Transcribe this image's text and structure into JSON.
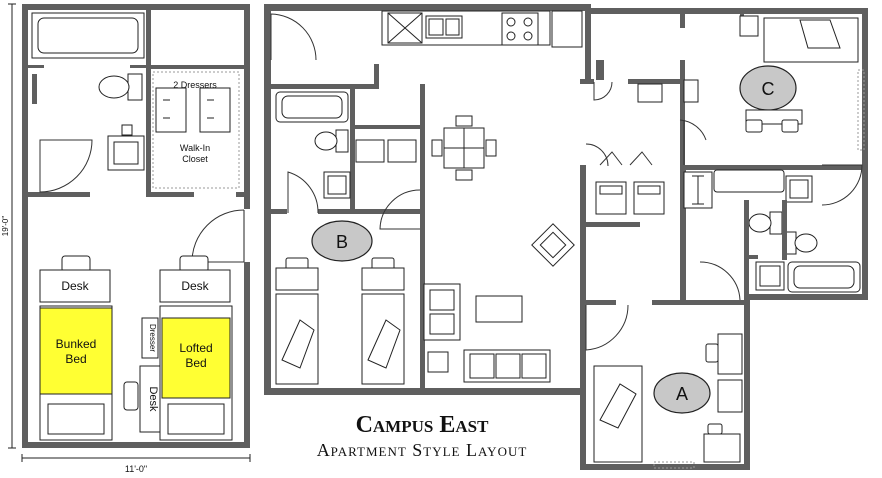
{
  "left_plan": {
    "dresser_label": "2 Dressers",
    "closet_label": "Walk-In Closet",
    "closet_line1": "Walk-In",
    "closet_line2": "Closet",
    "desk_left": "Desk",
    "desk_right": "Desk",
    "bunked_bed": "Bunked Bed",
    "bunked_line1": "Bunked",
    "bunked_line2": "Bed",
    "lofted_bed": "Lofted Bed",
    "lofted_line1": "Lofted",
    "lofted_line2": "Bed",
    "small_dresser": "Dresser",
    "desk_vertical": "Desk",
    "dim_height": "19'-0\"",
    "dim_width": "11'-0\""
  },
  "right_plan": {
    "bedroom_a": "A",
    "bedroom_b": "B",
    "bedroom_c": "C"
  },
  "title": {
    "line1": "Campus East",
    "line2": "Apartment Style Layout"
  },
  "colors": {
    "wall": "#5f5f5f",
    "highlight_bed": "#ffff33",
    "bedroom_oval": "#c8c8c8"
  }
}
